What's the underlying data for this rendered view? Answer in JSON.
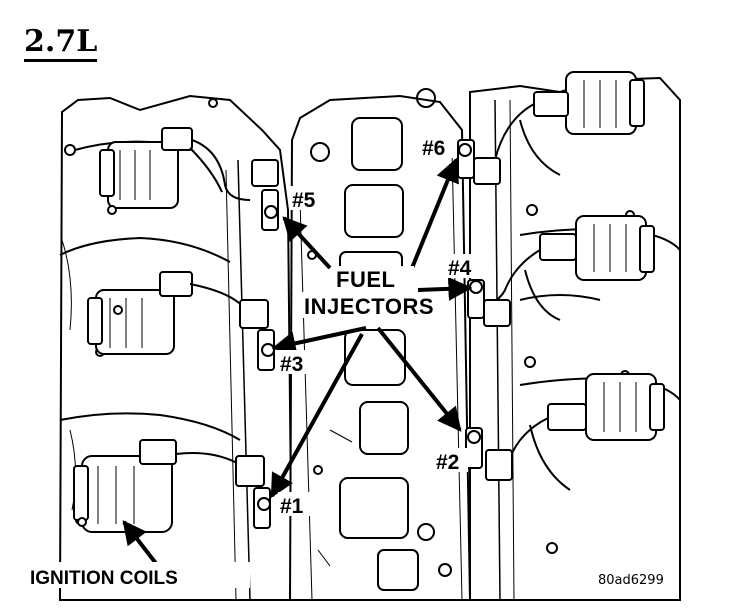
{
  "header": {
    "engine": "2.7L"
  },
  "labels": {
    "injector_5": "#5",
    "injector_6": "#6",
    "injector_4": "#4",
    "injector_3": "#3",
    "injector_2": "#2",
    "injector_1": "#1",
    "fuel_line1": "FUEL",
    "fuel_line2": "INJECTORS",
    "ignition_coils": "IGNITION COILS",
    "figure_code": "80ad6299"
  }
}
